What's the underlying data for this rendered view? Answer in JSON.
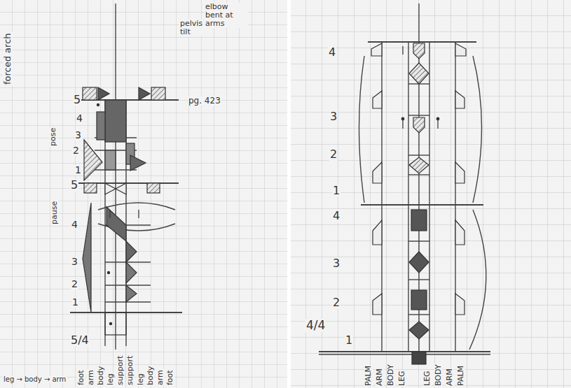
{
  "diagram": {
    "labels": [
      "forced arch",
      "pelvis tilt",
      "elbow bent at arms",
      "pg. 423",
      "5",
      "4",
      "3",
      "2",
      "1",
      "pose",
      "5",
      "pause",
      "4",
      "3",
      "2",
      "1",
      "5/4",
      "foot",
      "arm",
      "body",
      "leg",
      "support",
      "support",
      "leg",
      "body",
      "arm",
      "foot",
      "leg → body → arm",
      "4",
      "3",
      "2",
      "1",
      "4",
      "3",
      "2",
      "1",
      "4/4",
      "PALM",
      "ARM",
      "BODY",
      "LEG",
      "LEG",
      "BODY",
      "ARM",
      "PALM"
    ]
  }
}
